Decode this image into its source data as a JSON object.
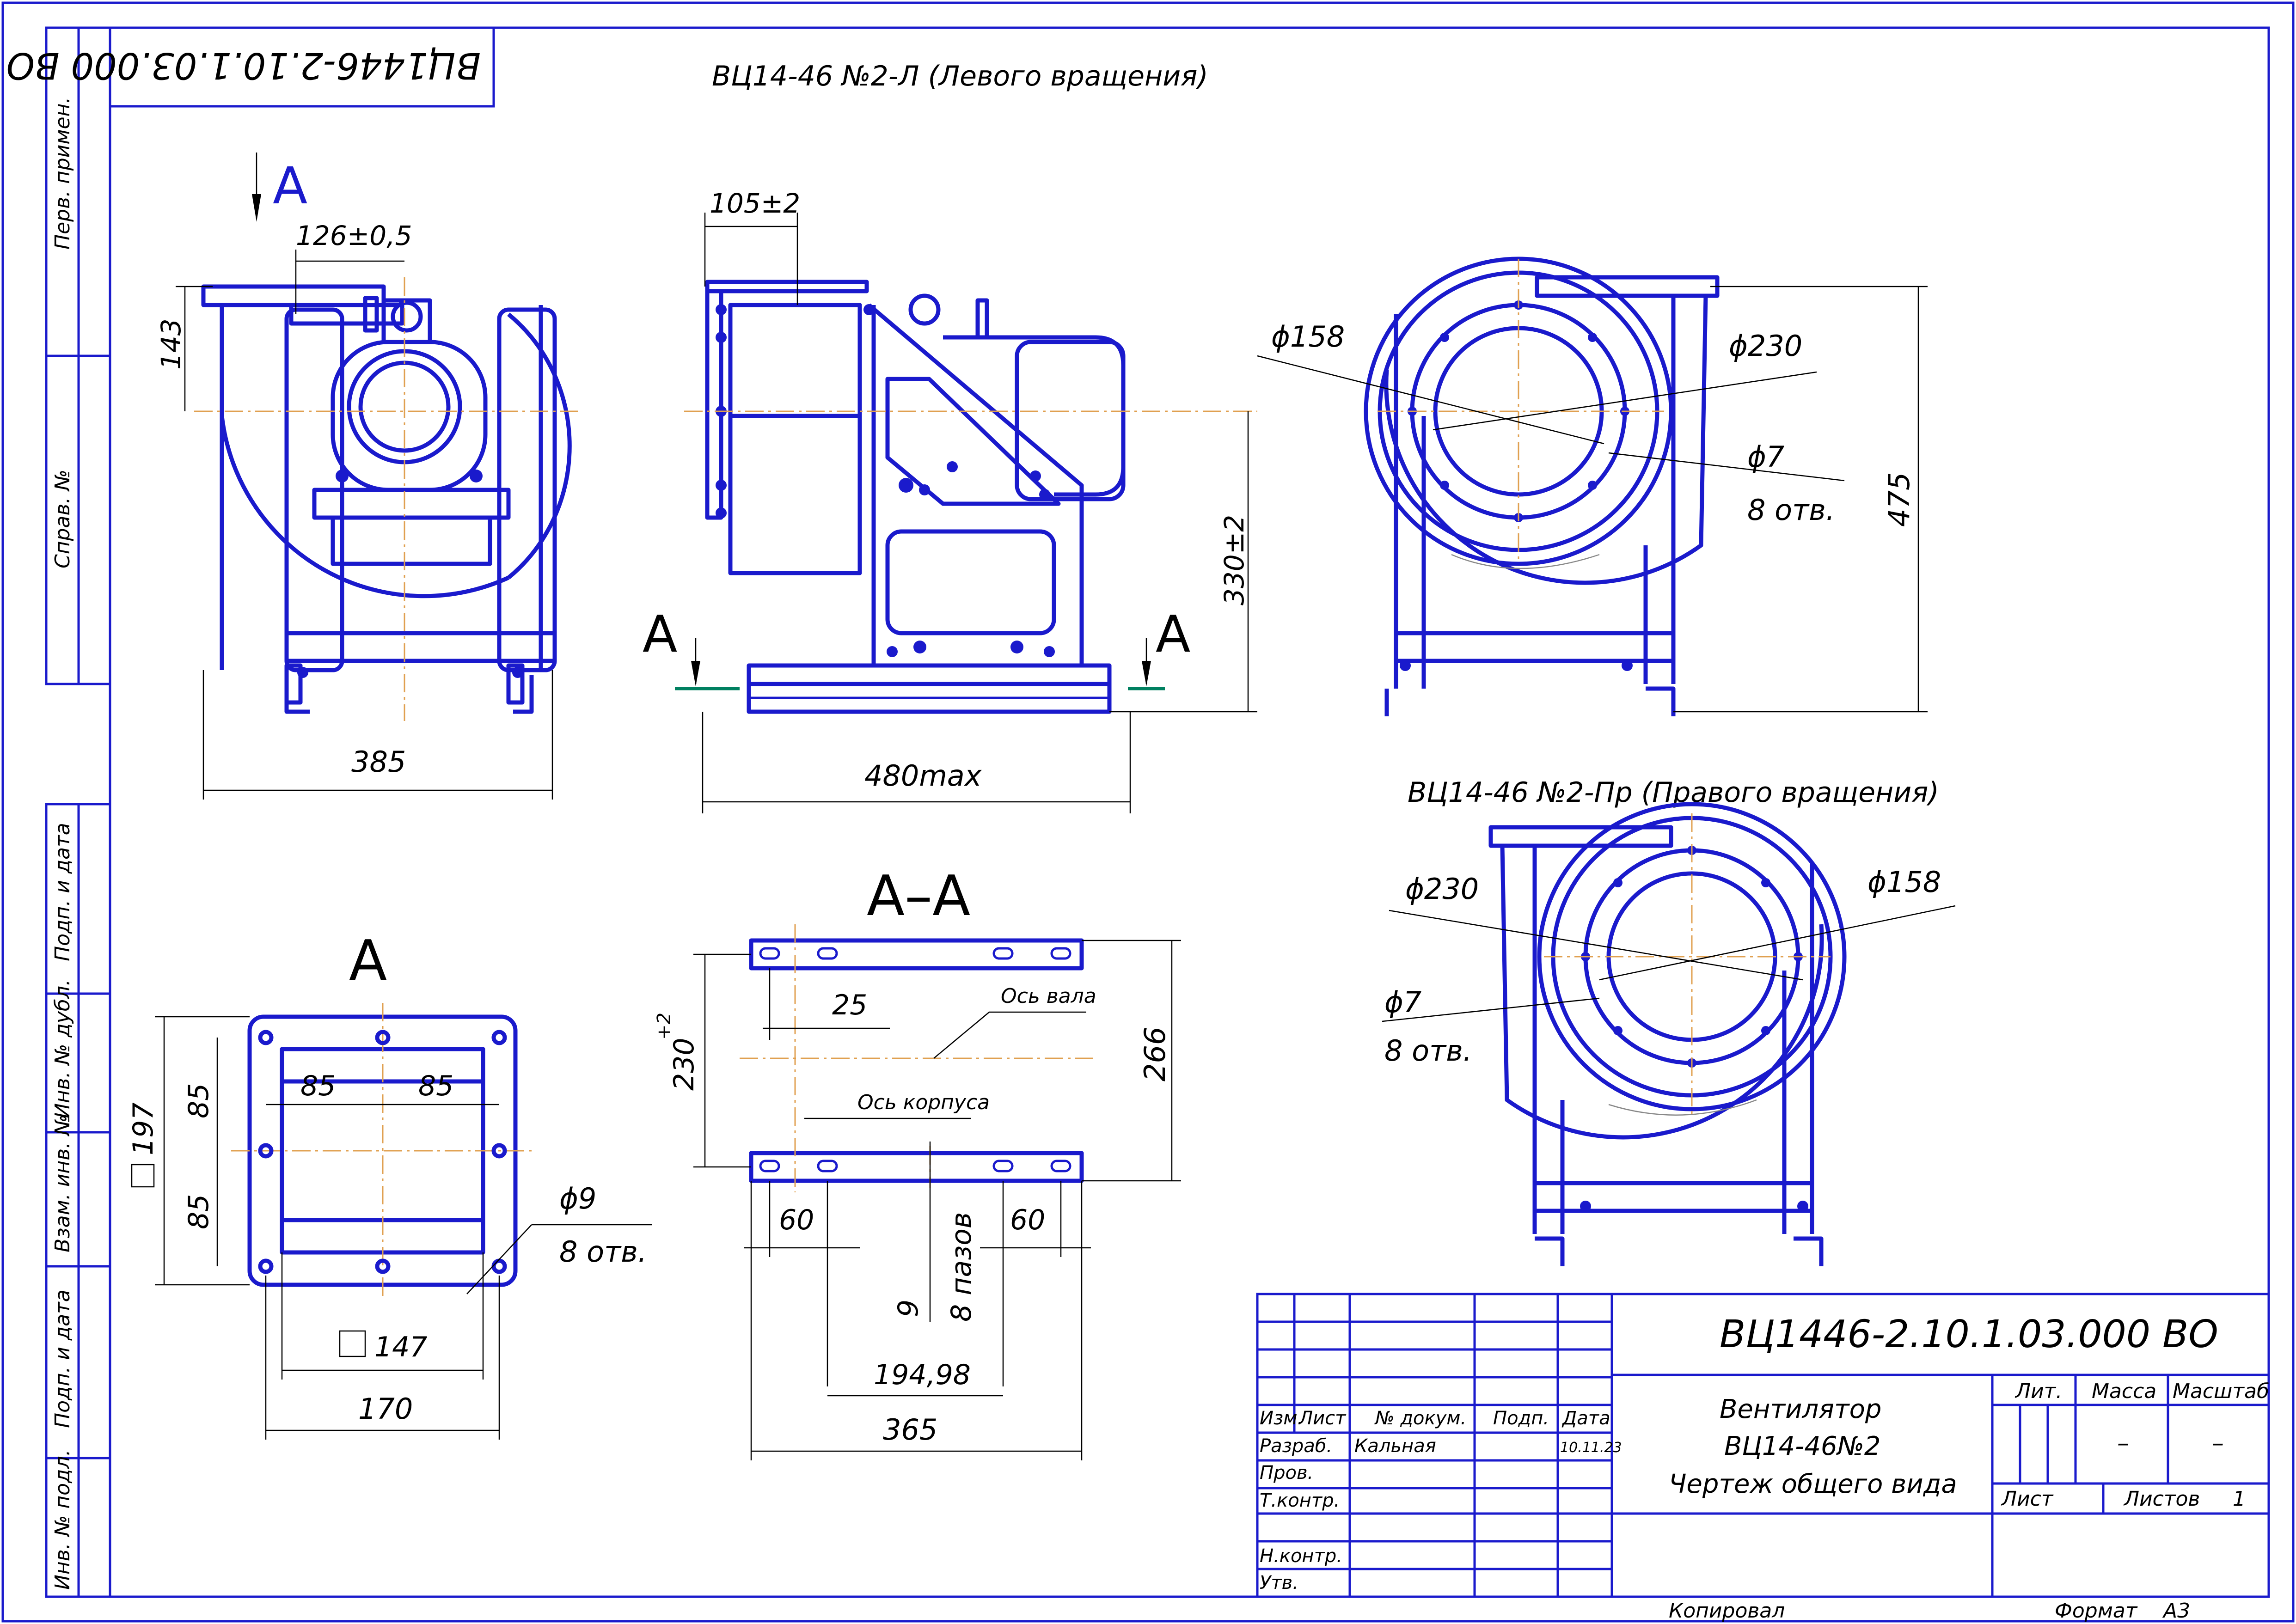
{
  "doc": {
    "code_main": "ВЦ1446-2.10.1.03.000 ВО",
    "code_corner": "ВЦ1446-2.10.1.03.000 ВО",
    "title_left_rotation": "ВЦ14-46 №2-Л (Левого вращения)",
    "title_right_rotation": "ВЦ14-46 №2-Пр (Правого вращения)",
    "product_line1": "Вентилятор",
    "product_line2": "ВЦ14-46№2",
    "product_line3": "Чертеж общего вида",
    "copied_label": "Копировал",
    "format_label": "Формат",
    "format_value": "А3"
  },
  "side_stamp": {
    "perv_primen": "Перв. примен.",
    "sprav_no": "Справ. №",
    "podp_data_1": "Подп. и дата",
    "inv_dubl": "Инв. № дубл.",
    "vzam_inv": "Взам. инв. №",
    "podp_data_2": "Подп. и дата",
    "inv_podl": "Инв. № подл."
  },
  "title_block": {
    "izm": "Изм.",
    "list": "Лист",
    "n_dokum": "№ докум.",
    "podp": "Подп.",
    "data": "Дата",
    "razrab": "Разраб.",
    "razrab_name": "Кальная",
    "razrab_date": "10.11.23",
    "prov": "Пров.",
    "tkontr": "Т.контр.",
    "nkontr": "Н.контр.",
    "utv": "Утв.",
    "lit": "Лит.",
    "massa": "Масса",
    "masshtab": "Масштаб",
    "massa_value": "–",
    "masshtab_value": "–",
    "list_label": "Лист",
    "listov_label": "Листов",
    "listov_value": "1"
  },
  "views": {
    "view_a_arrow": "A",
    "view_a_title": "A",
    "section_title": "A–A",
    "section_mark_left": "A",
    "section_mark_right": "A"
  },
  "dimensions": {
    "front_126": "126±0,5",
    "front_143": "143",
    "front_385": "385",
    "side_105": "105±2",
    "side_330": "330±2",
    "side_480": "480max",
    "left_d158": "ϕ158",
    "left_d230": "ϕ230",
    "left_d7": "ϕ7",
    "left_holes": "8 отв.",
    "left_475": "475",
    "right_d230": "ϕ230",
    "right_d158": "ϕ158",
    "right_d7": "ϕ7",
    "right_holes": "8 отв.",
    "a_85_h1": "85",
    "a_85_h2": "85",
    "a_85_v1": "85",
    "a_85_v2": "85",
    "a_197": "197",
    "a_147": "147",
    "a_170": "170",
    "a_d9": "ϕ9",
    "a_holes": "8 отв.",
    "aa_25": "25",
    "aa_230": "230",
    "aa_230_tol": "+2",
    "aa_266": "266",
    "aa_60_left": "60",
    "aa_60_right": "60",
    "aa_9": "9",
    "aa_slots": "8 пазов",
    "aa_194": "194,98",
    "aa_365": "365",
    "aa_shaft_axis": "Ось вала",
    "aa_body_axis": "Ось корпуса"
  },
  "colors": {
    "line": "#1a1acc",
    "dimension": "#000000",
    "axis": "#e0a050",
    "section_mark": "#008060"
  }
}
